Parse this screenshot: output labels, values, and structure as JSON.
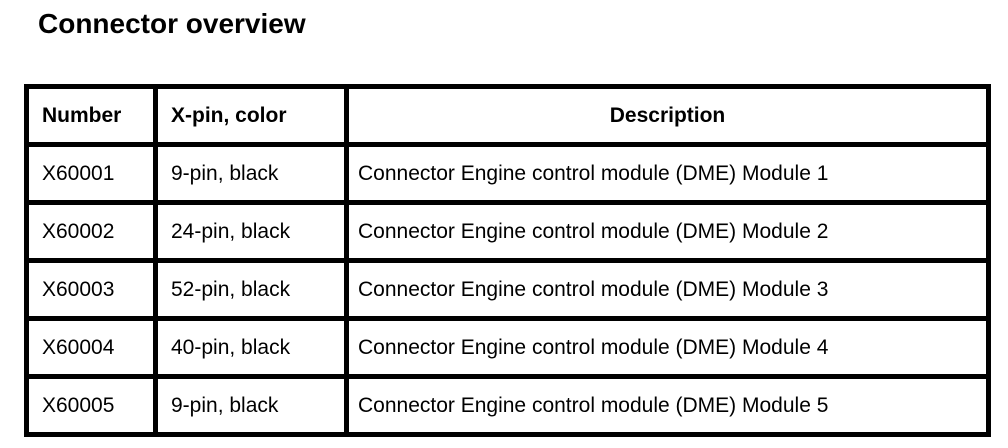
{
  "page": {
    "title": "Connector overview"
  },
  "table": {
    "columns": [
      {
        "label": "Number"
      },
      {
        "label": "X-pin, color"
      },
      {
        "label": "Description"
      }
    ],
    "rows": [
      {
        "number": "X60001",
        "pin_color": "9-pin, black",
        "description": "Connector Engine control module (DME) Module 1"
      },
      {
        "number": "X60002",
        "pin_color": "24-pin, black",
        "description": "Connector Engine control module (DME) Module 2"
      },
      {
        "number": "X60003",
        "pin_color": "52-pin, black",
        "description": "Connector Engine control module (DME) Module 3"
      },
      {
        "number": "X60004",
        "pin_color": "40-pin, black",
        "description": "Connector Engine control module (DME) Module 4"
      },
      {
        "number": "X60005",
        "pin_color": "9-pin, black",
        "description": "Connector Engine control module (DME) Module 5"
      }
    ]
  },
  "colors": {
    "text": "#000000",
    "border": "#000000",
    "background": "#ffffff"
  }
}
